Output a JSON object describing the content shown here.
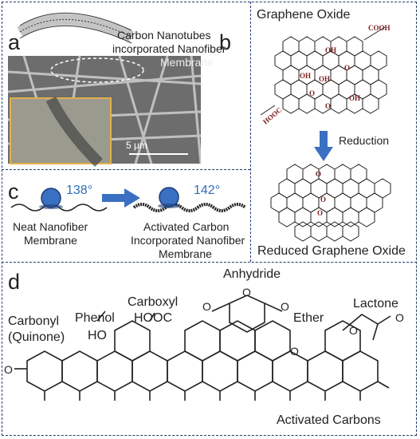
{
  "panels": {
    "a": {
      "letter": "a",
      "label_line1": "Carbon Nanotubes",
      "label_line2": "incorporated Nanofiber",
      "label_line3": "Membrane",
      "scale_bar": "5 μm"
    },
    "b": {
      "letter": "b",
      "title": "Graphene Oxide",
      "groups": [
        "COOH",
        "OH",
        "OH",
        "OH",
        "O",
        "O",
        "O",
        "OH",
        "HOOC"
      ],
      "arrow_label": "Reduction",
      "bottom_title": "Reduced Graphene Oxide"
    },
    "c": {
      "letter": "c",
      "angle1": "138°",
      "angle2": "142°",
      "left_label_line1": "Neat Nanofiber",
      "left_label_line2": "Membrane",
      "right_label_line1": "Activated Carbon",
      "right_label_line2": "Incorporated Nanofiber",
      "right_label_line3": "Membrane"
    },
    "d": {
      "letter": "d",
      "anhydride": "Anhydride",
      "carboxyl": "Carboxyl",
      "hooc": "HOOC",
      "phenol": "Phenol",
      "ho": "HO",
      "carbonyl": "Carbonyl",
      "quinone": "(Quinone)",
      "ether": "Ether",
      "lactone": "Lactone",
      "o": "O",
      "footer": "Activated Carbons"
    }
  },
  "colors": {
    "border": "#1f3a6b",
    "accent_blue": "#3a70c2",
    "angle_text": "#2f6fb6",
    "group_red": "#7a1f1f",
    "inset_border": "#e2b04b"
  }
}
